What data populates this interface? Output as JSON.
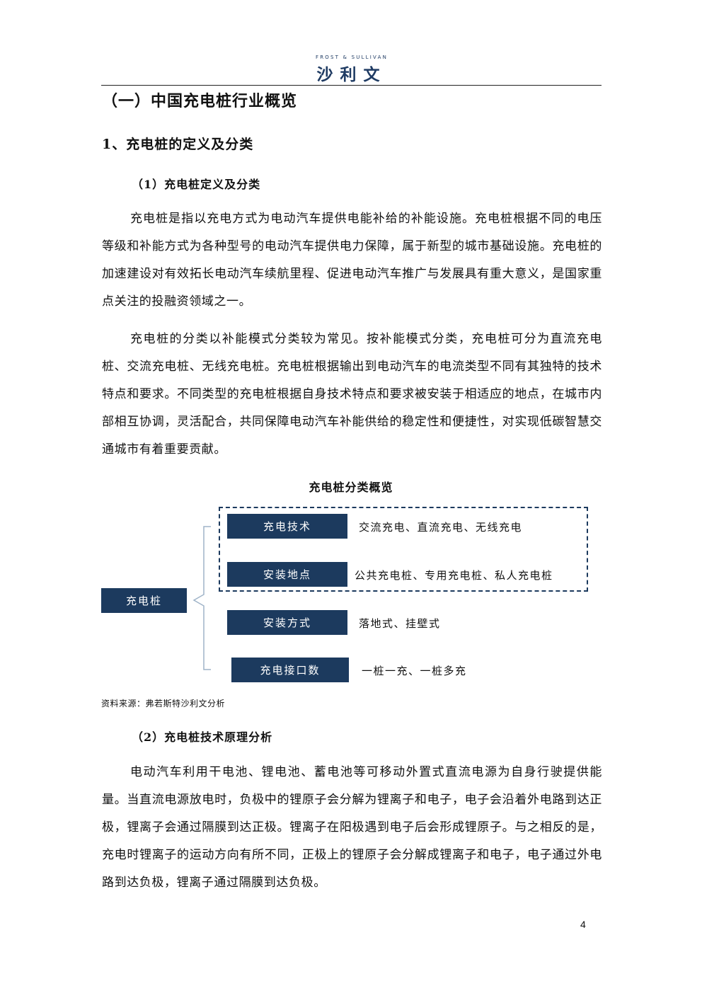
{
  "header": {
    "brand_en": "FROST & SULLIVAN",
    "brand_cn": "沙利文"
  },
  "section_title": "（一）中国充电桩行业概览",
  "subsection_title": "1、充电桩的定义及分类",
  "part1": {
    "title": "（1）充电桩定义及分类",
    "paragraphs": [
      "充电桩是指以充电方式为电动汽车提供电能补给的补能设施。充电桩根据不同的电压等级和补能方式为各种型号的电动汽车提供电力保障，属于新型的城市基础设施。充电桩的加速建设对有效拓长电动汽车续航里程、促进电动汽车推广与发展具有重大意义，是国家重点关注的投融资领域之一。",
      "充电桩的分类以补能模式分类较为常见。按补能模式分类，充电桩可分为直流充电桩、交流充电桩、无线充电桩。充电桩根据输出到电动汽车的电流类型不同有其独特的技术特点和要求。不同类型的充电桩根据自身技术特点和要求被安装于相适应的地点，在城市内部相互协调，灵活配合，共同保障电动汽车补能供给的稳定性和便捷性，对实现低碳智慧交通城市有着重要贡献。"
    ]
  },
  "figure": {
    "title": "充电桩分类概览",
    "root": "充电桩",
    "categories": [
      {
        "label": "充电技术",
        "desc": "交流充电、直流充电、无线充电"
      },
      {
        "label": "安装地点",
        "desc": "公共充电桩、专用充电桩、私人充电桩"
      },
      {
        "label": "安装方式",
        "desc": "落地式、挂壁式"
      },
      {
        "label": "充电接口数",
        "desc": "一桩一充、一桩多充"
      }
    ],
    "source": "资料来源：弗若斯特沙利文分析",
    "colors": {
      "box": "#1c3a5e",
      "connector": "#9fb3c8"
    }
  },
  "part2": {
    "title": "（2）充电桩技术原理分析",
    "paragraph": "电动汽车利用干电池、锂电池、蓄电池等可移动外置式直流电源为自身行驶提供能量。当直流电源放电时，负极中的锂原子会分解为锂离子和电子，电子会沿着外电路到达正极，锂离子会通过隔膜到达正极。锂离子在阳极遇到电子后会形成锂原子。与之相反的是，充电时锂离子的运动方向有所不同，正极上的锂原子会分解成锂离子和电子，电子通过外电路到达负极，锂离子通过隔膜到达负极。"
  },
  "page_number": "4"
}
